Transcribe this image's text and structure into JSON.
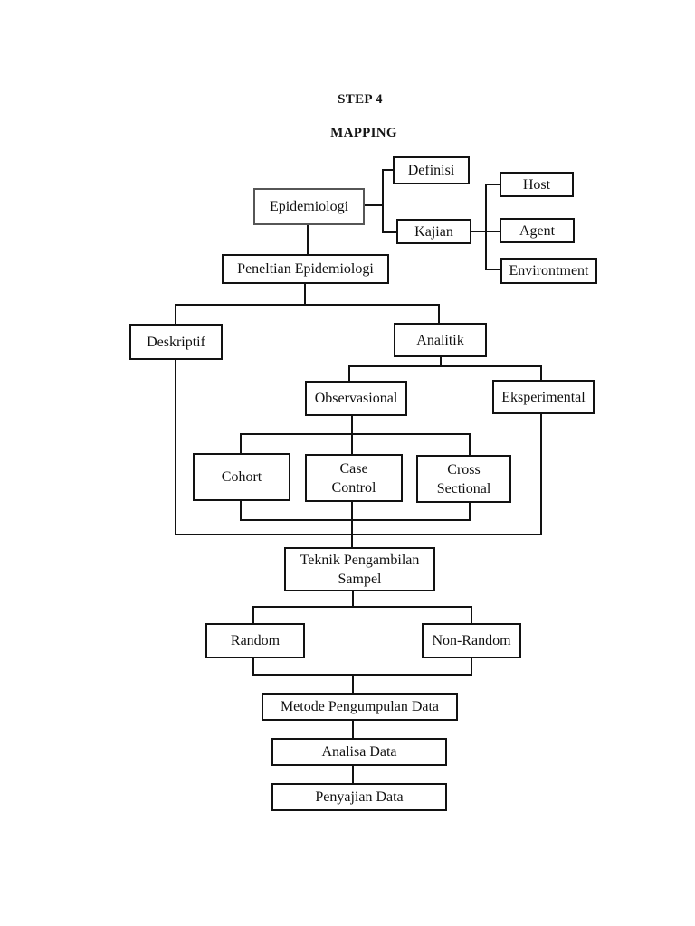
{
  "page": {
    "step_title": "STEP 4",
    "map_title": "MAPPING"
  },
  "nodes": {
    "epidemiologi": {
      "label": "Epidemiologi"
    },
    "definisi": {
      "label": "Definisi"
    },
    "kajian": {
      "label": "Kajian"
    },
    "host": {
      "label": "Host"
    },
    "agent": {
      "label": "Agent"
    },
    "environtment": {
      "label": "Environtment"
    },
    "peneltian": {
      "label": "Peneltian Epidemiologi"
    },
    "deskriptif": {
      "label": "Deskriptif"
    },
    "analitik": {
      "label": "Analitik"
    },
    "observasional": {
      "label": "Observasional"
    },
    "eksperimental": {
      "label": "Eksperimental"
    },
    "cohort": {
      "label": "Cohort"
    },
    "case_control": {
      "label": "Case Control"
    },
    "cross_sectional": {
      "label": "Cross Sectional"
    },
    "teknik_sampel": {
      "label": "Teknik Pengambilan Sampel"
    },
    "random": {
      "label": "Random"
    },
    "non_random": {
      "label": "Non-Random"
    },
    "metode": {
      "label": "Metode Pengumpulan Data"
    },
    "analisa": {
      "label": "Analisa Data"
    },
    "penyajian": {
      "label": "Penyajian Data"
    }
  },
  "edges": [
    {
      "from": "epidemiologi",
      "to": "definisi"
    },
    {
      "from": "epidemiologi",
      "to": "kajian"
    },
    {
      "from": "kajian",
      "to": "host"
    },
    {
      "from": "kajian",
      "to": "agent"
    },
    {
      "from": "kajian",
      "to": "environtment"
    },
    {
      "from": "epidemiologi",
      "to": "peneltian"
    },
    {
      "from": "peneltian",
      "to": "deskriptif"
    },
    {
      "from": "peneltian",
      "to": "analitik"
    },
    {
      "from": "analitik",
      "to": "observasional"
    },
    {
      "from": "analitik",
      "to": "eksperimental"
    },
    {
      "from": "observasional",
      "to": "cohort"
    },
    {
      "from": "observasional",
      "to": "case_control"
    },
    {
      "from": "observasional",
      "to": "cross_sectional"
    },
    {
      "from": "deskriptif",
      "to": "teknik_sampel"
    },
    {
      "from": "eksperimental",
      "to": "teknik_sampel"
    },
    {
      "from": "cohort",
      "to": "teknik_sampel"
    },
    {
      "from": "case_control",
      "to": "teknik_sampel"
    },
    {
      "from": "cross_sectional",
      "to": "teknik_sampel"
    },
    {
      "from": "teknik_sampel",
      "to": "random"
    },
    {
      "from": "teknik_sampel",
      "to": "non_random"
    },
    {
      "from": "random",
      "to": "metode"
    },
    {
      "from": "non_random",
      "to": "metode"
    },
    {
      "from": "metode",
      "to": "analisa"
    },
    {
      "from": "analisa",
      "to": "penyajian"
    }
  ],
  "colors": {
    "line": "#121212",
    "box_border": "#121212",
    "background": "#ffffff",
    "text": "#111111"
  }
}
